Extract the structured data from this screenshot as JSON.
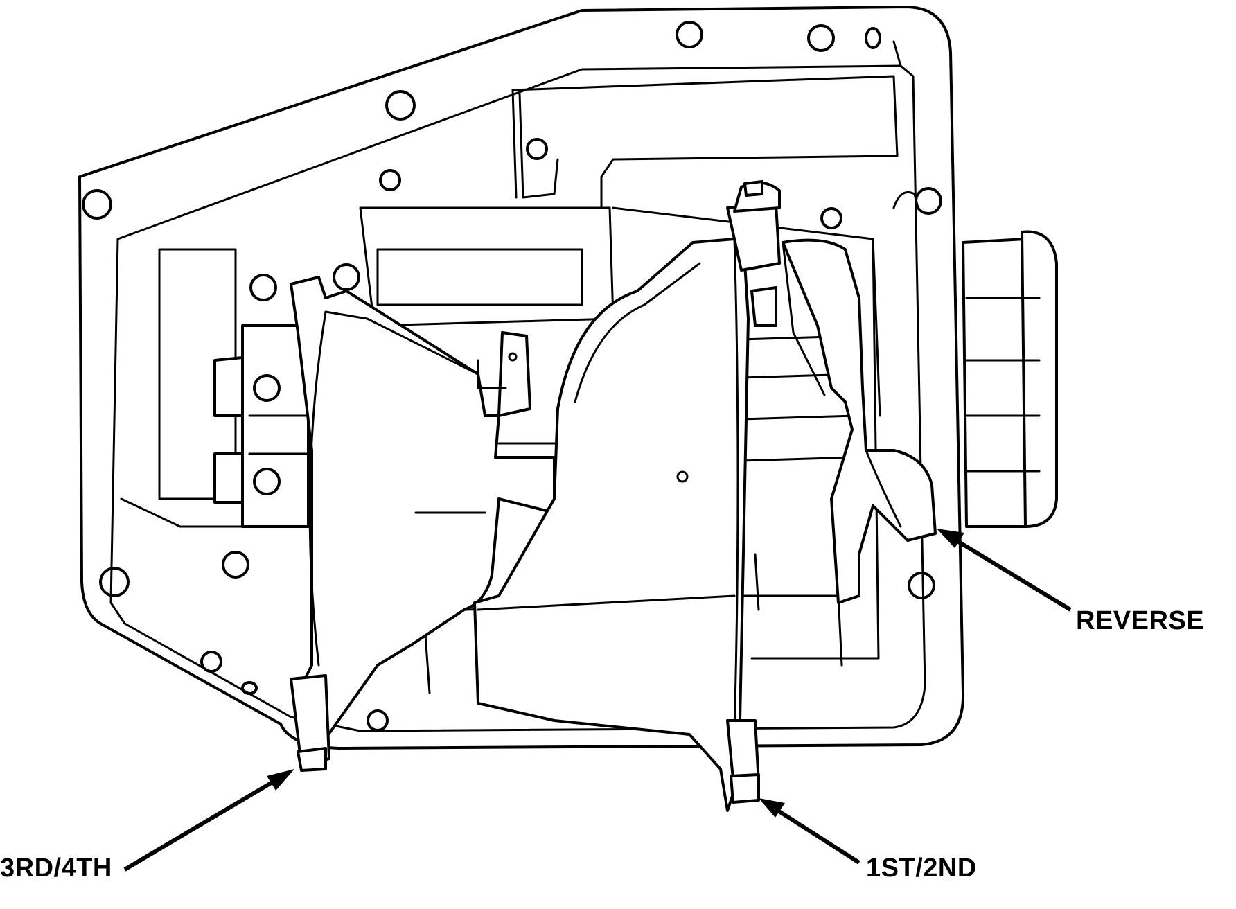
{
  "callouts": {
    "reverse": "REVERSE",
    "third_fourth": "3RD/4TH",
    "first_second": "1ST/2ND"
  },
  "colors": {
    "ink": "#000000",
    "paper": "#ffffff"
  }
}
